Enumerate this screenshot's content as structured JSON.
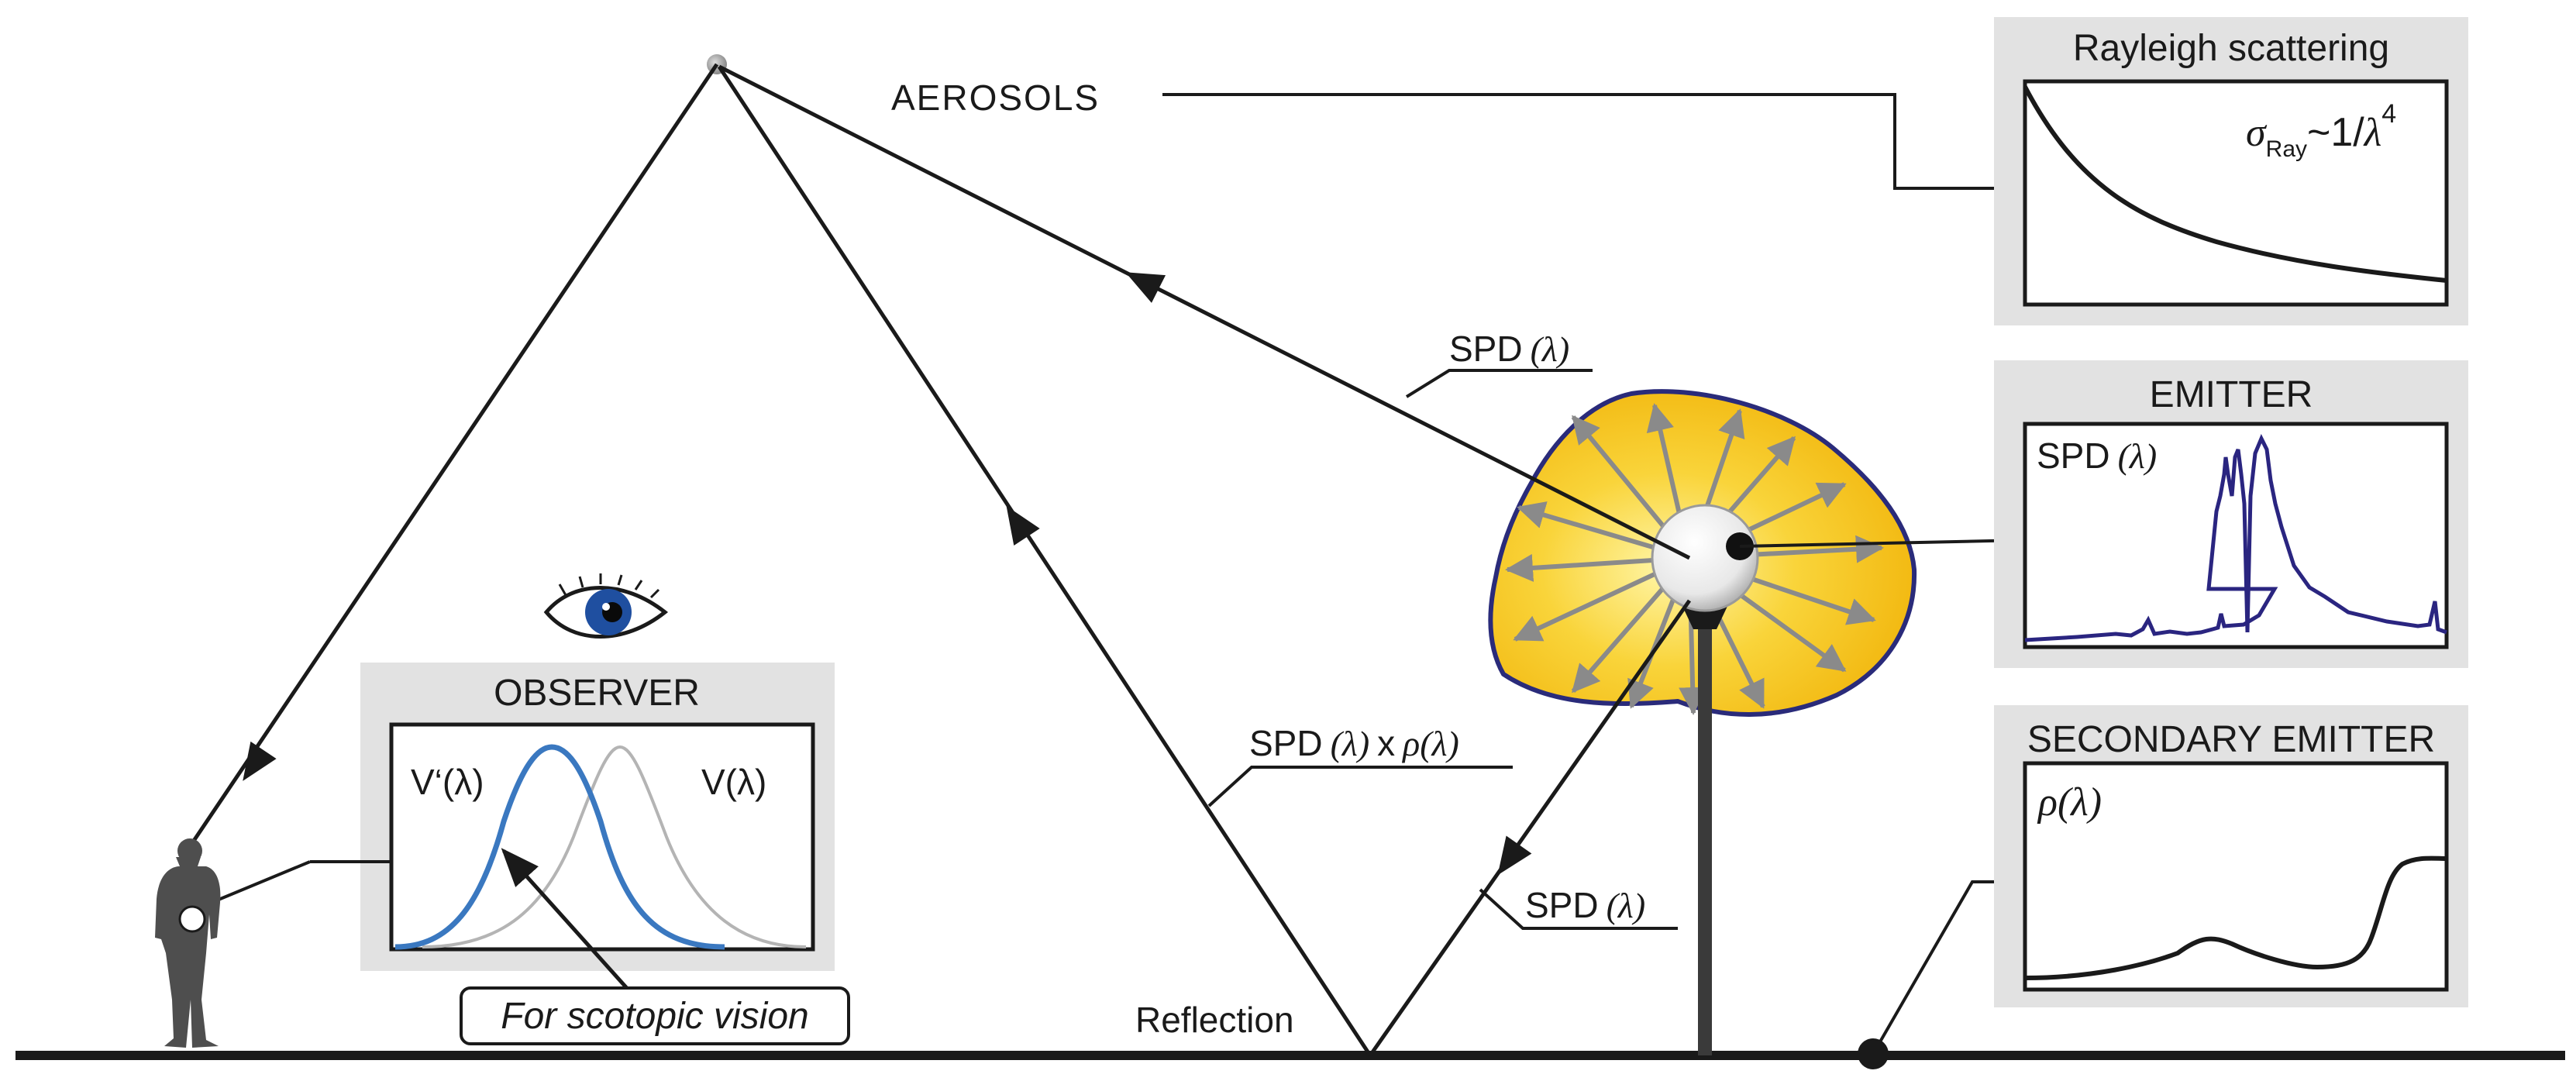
{
  "labels": {
    "aerosols": "AEROSOLS",
    "reflection": "Reflection",
    "spd_up": "SPD",
    "spd_down": "SPD",
    "spd_reflected": "SPD",
    "times": "x",
    "lambda": "(λ)",
    "rho": "ρ"
  },
  "panels": {
    "rayleigh": {
      "title": "Rayleigh scattering",
      "sigma": "σ",
      "sub": "Ray",
      "formula": "~1/",
      "lam": "λ",
      "exp": "4"
    },
    "emitter": {
      "title": "EMITTER",
      "label": "SPD",
      "lam": "(λ)"
    },
    "secondary": {
      "title": "SECONDARY EMITTER",
      "label": "ρ(λ)"
    },
    "observer": {
      "title": "OBSERVER",
      "left_curve": "V‘(λ)",
      "right_curve": "V(λ)"
    }
  },
  "callout": {
    "text": "For scotopic vision",
    "color": "#1f5ea8"
  },
  "colors": {
    "lamp_glow": "#f7c21a",
    "lamp_outline": "#2a2b7a",
    "emitter_curve": "#2a2580",
    "scotopic_curve": "#3a78c0",
    "photopic_curve": "#b4b4b4",
    "iris": "#1f4fa0"
  },
  "icons": {
    "observer": "person-silhouette-icon",
    "eye": "eye-icon",
    "lamp": "street-lamp-icon"
  }
}
